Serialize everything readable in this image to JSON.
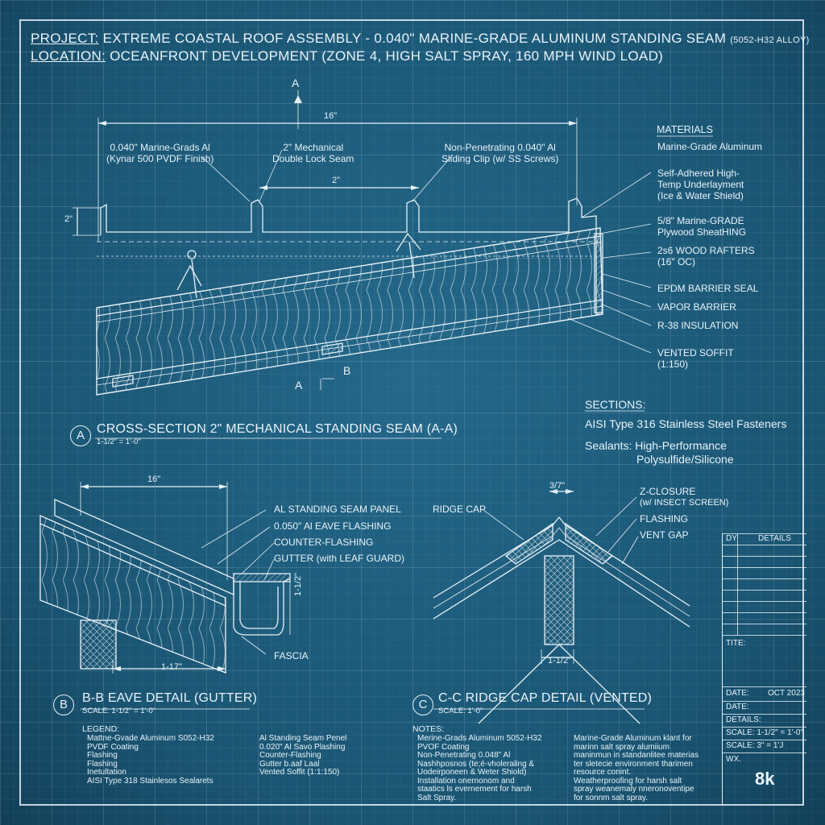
{
  "header": {
    "project_key": "PROJECT:",
    "project_value": "EXTREME COASTAL ROOF ASSEMBLY - 0.040\" MARINE-GRADE ALUMINUM STANDING SEAM",
    "project_alloy": "(5052-H32 ALLOY)",
    "location_key": "LOCATION:",
    "location_value": "OCEANFRONT DEVELOPMENT (ZONE 4, HIGH SALT SPRAY, 160 MPH WIND LOAD)"
  },
  "section_aa": {
    "marker_top": "A",
    "marker_bottom": "A",
    "marker_b": "B",
    "dim_width": "16\"",
    "dim_seam": "2\"",
    "dim_height": "2\"",
    "callouts": {
      "panel": [
        "0.040\" Marine-Grads Al",
        "(Kynar 500 PVDF Finish)"
      ],
      "seam": [
        "2\" Mechanical",
        "Double Lock Seam"
      ],
      "clip": [
        "Non-Penetrating 0.040\" Al",
        "Sliding Clip (w/ SS Screws)"
      ]
    },
    "bubble": "A",
    "title": "CROSS-SECTION 2\" MECHANICAL STANDING SEAM (A-A)",
    "scale": "1-1/2\" = 1'-0\""
  },
  "materials": {
    "heading": "MATERIALS",
    "items": [
      "Marine-Grade Aluminum",
      "Self-Adhered High-",
      "Temp Underlayment",
      "(Ice & Water Shield)",
      "5/8\" Marine-GRADE",
      "Plywood SheatHING",
      "2s6 WOOD RAFTERS",
      "(16\" OC)",
      "EPDM BARRIER SEAL",
      "VAPOR BARRIER",
      "R-38 INSULATION",
      "VENTED SOFFIT",
      "(1:150)"
    ]
  },
  "sections_note": {
    "heading": "SECTIONS:",
    "fasteners": "AISI Type 316 Stainless Steel Fasteners",
    "sealants_1": "Sealants: High-Performance",
    "sealants_2": "Polysulfide/Silicone"
  },
  "section_bb": {
    "dim_top": "16\"",
    "dim_height": "1-1/2\"",
    "dim_bottom": "1-17\"",
    "callouts": [
      "AL STANDING SEAM PANEL",
      "0.050\" Al EAVE FLASHING",
      "COUNTER-FLASHING",
      "GUTTER (with LEAF GUARD)",
      "FASCIA"
    ],
    "bubble": "B",
    "title": "B-B EAVE DETAIL (GUTTER)",
    "scale": "SCALE: 1-1/2\" = 1'-0\""
  },
  "section_cc": {
    "dim_top": "3/7\"",
    "dim_bottom": "1-1/2\"",
    "callouts": [
      "RIDGE CAP",
      "Z-CLOSURE",
      "(w/ INSECT SCREEN)",
      "FLASHING",
      "VENT GAP"
    ],
    "bubble": "C",
    "title": "C-C RIDGE CAP DETAIL (VENTED)",
    "scale": "SCALE: 1'-0\""
  },
  "legend": {
    "heading": "LEGEND:",
    "col1": [
      "Mattne-Gvade Aluminum S052-H32",
      "PVDF Coating",
      "Flashing",
      "Flashing",
      "Inetultation",
      "AISI Type 318 Stainlesos Sealarets"
    ],
    "col2": [
      "Al Standing Seam Penel",
      "0.020\" Al Savo Plashing",
      "Counter-Flashing",
      "Gutter b.aaf Laal",
      "Vented Soffit (1:1:150)"
    ]
  },
  "notes": {
    "heading": "NOTES:",
    "col1": [
      "Merine-Grads Aluminum 5052-H32",
      "PVOF Coating",
      "Non-Penetrating 0.048\" Al",
      "Nashhposnos (te;é-vholeraling &",
      "Uodeirponeen & Weter Shiold)",
      "Installation onernonom and",
      "staatics ls evernement for harsh",
      "Salt Spray."
    ],
    "col2": [
      "Marine-Grade Aluminum klant for",
      "marinn salt spray alumiium",
      "maninmun in standanlitee materias",
      "ter sletecie environment tharimen",
      "resource conint.",
      "Weatherproofing for harsh salt",
      "spray weanemaly nneronoventipe",
      "for sonnm salt spray."
    ]
  },
  "title_block": {
    "col_by": "DY",
    "col_details": "DETAILS",
    "tite_label": "TITE:",
    "date_label": "DATE:",
    "date_value": "OCT 2023",
    "date2_label": "DATE:",
    "details_label": "DETAILS:",
    "scale1": "SCALE:  1-1/2\" = 1'-0\"",
    "scale2": "SCALE:  3\" = 1'J",
    "wx_label": "WX.",
    "sheet_value": "8k"
  }
}
